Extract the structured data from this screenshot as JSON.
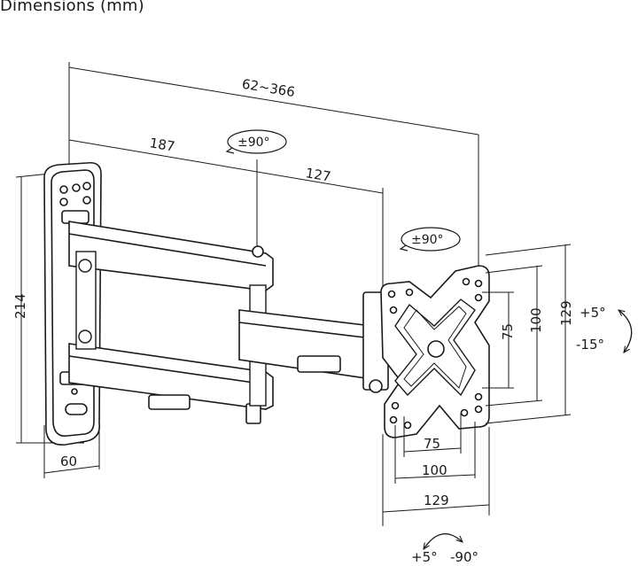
{
  "title": "Dimensions (mm)",
  "dimensions": {
    "overall_extension": "62~366",
    "arm1_length": "187",
    "arm2_length": "127",
    "wall_plate_height": "214",
    "wall_plate_width": "60",
    "vesa_inner_v": "75",
    "vesa_mid_v": "100",
    "vesa_outer_v": "129",
    "vesa_inner_h": "75",
    "vesa_mid_h": "100",
    "vesa_outer_h": "129"
  },
  "rotations": {
    "arm_swivel": "±90°",
    "head_swivel": "±90°",
    "tilt_up": "+5°",
    "tilt_down": "-15°",
    "pan_left": "+5°",
    "pan_right": "-90°"
  }
}
